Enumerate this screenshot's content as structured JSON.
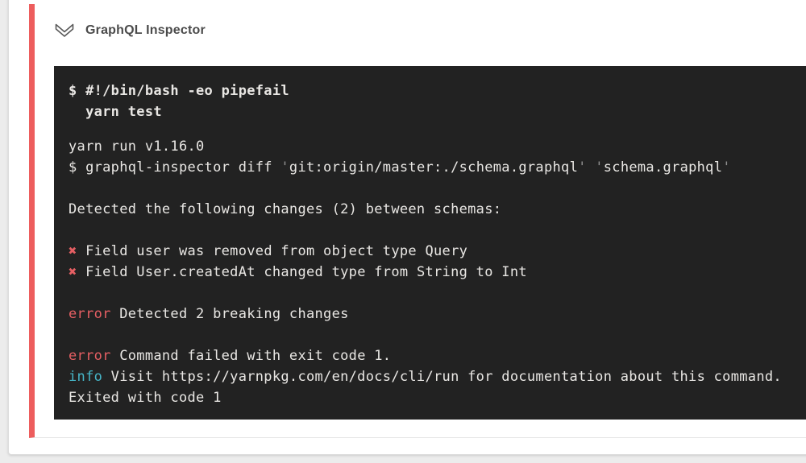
{
  "page": {
    "background": "#ececec"
  },
  "card": {
    "background": "#ffffff",
    "border_color": "#dcdcdc"
  },
  "step": {
    "accent_color": "#ed5d5d",
    "divider_color": "#e6e6e6",
    "header": {
      "title": "GraphQL Inspector",
      "collapse_icon": "chevron-down-outline",
      "icon_color": "#5a5a5a"
    }
  },
  "terminal": {
    "colors": {
      "background": "#222222",
      "fg": "#e9e7e4",
      "dim": "#909090",
      "red": "#e55f63",
      "cyan": "#46b5c7"
    },
    "blocks": [
      {
        "bold": true,
        "lines": [
          [
            {
              "t": "$ #!/bin/bash -eo pipefail",
              "c": "fg"
            }
          ],
          [
            {
              "t": "  yarn test",
              "c": "fg"
            }
          ]
        ]
      },
      {
        "bold": false,
        "lines": [
          [
            {
              "t": "yarn run v1.16.0",
              "c": "fg"
            }
          ],
          [
            {
              "t": "$ graphql-inspector diff ",
              "c": "fg"
            },
            {
              "t": "'",
              "c": "dim"
            },
            {
              "t": "git:origin/master:./schema.graphql",
              "c": "fg"
            },
            {
              "t": "'",
              "c": "dim"
            },
            {
              "t": " ",
              "c": "fg"
            },
            {
              "t": "'",
              "c": "dim"
            },
            {
              "t": "schema.graphql",
              "c": "fg"
            },
            {
              "t": "'",
              "c": "dim"
            }
          ],
          [],
          [
            {
              "t": "Detected the following changes (2) between schemas:",
              "c": "fg"
            }
          ],
          [],
          [
            {
              "t": "✖",
              "c": "red"
            },
            {
              "t": " Field user was removed from object type Query",
              "c": "fg"
            }
          ],
          [
            {
              "t": "✖",
              "c": "red"
            },
            {
              "t": " Field User.createdAt changed type from String to Int",
              "c": "fg"
            }
          ],
          [],
          [
            {
              "t": "error",
              "c": "red"
            },
            {
              "t": " Detected 2 breaking changes",
              "c": "fg"
            }
          ],
          [],
          [
            {
              "t": "error",
              "c": "red"
            },
            {
              "t": " Command failed with exit code 1.",
              "c": "fg"
            }
          ],
          [
            {
              "t": "info",
              "c": "cyan"
            },
            {
              "t": " Visit https://yarnpkg.com/en/docs/cli/run for documentation about this command.",
              "c": "fg"
            }
          ],
          [
            {
              "t": "Exited with code 1",
              "c": "fg"
            }
          ]
        ]
      }
    ]
  }
}
